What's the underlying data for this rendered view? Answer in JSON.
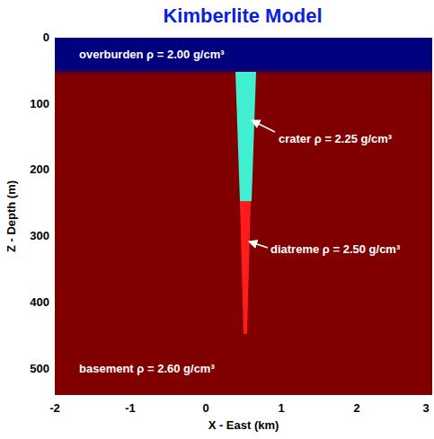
{
  "diagram": {
    "title": "Kimberlite Model",
    "nodes": [
      {
        "text": [
          "overburden ρ = 2.00 g/cm³"
        ]
      },
      {
        "text": [
          "basement ρ = 2.60 g/cm³"
        ]
      }
    ],
    "labels": [
      "crater ρ = 2.25 g/cm³",
      "diatreme ρ = 2.50 g/cm³",
      "0",
      "100",
      "200",
      "300",
      "400",
      "500",
      "-2",
      "-1",
      "0",
      "1",
      "2",
      "3",
      "Z - Depth (m)",
      "X - East (km)"
    ]
  }
}
